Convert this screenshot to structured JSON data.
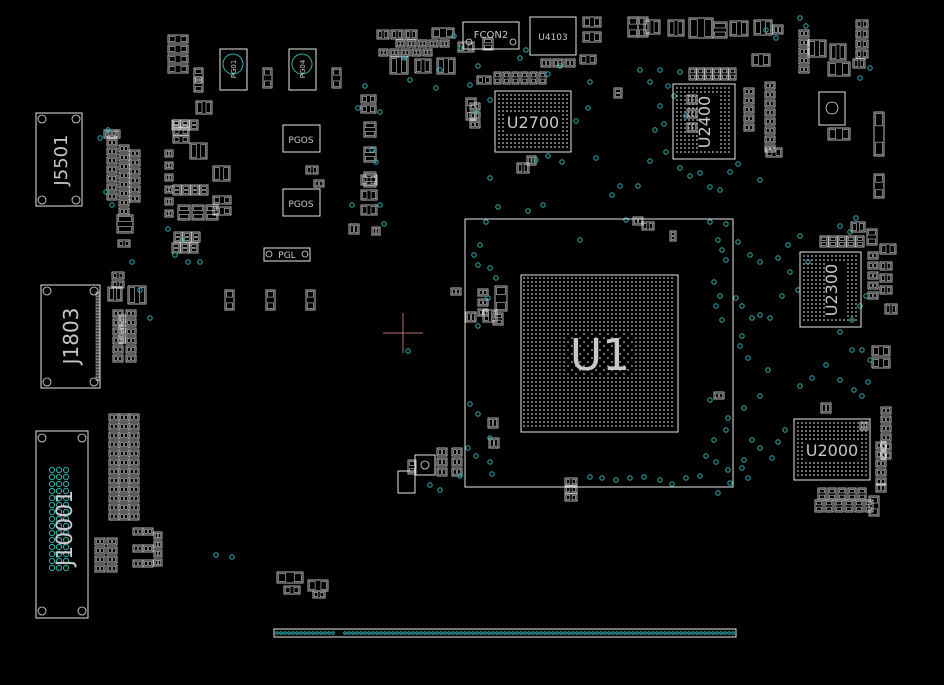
{
  "board": {
    "background": "#000000",
    "outline_color": "#e6e6e6",
    "via_color": "#2bb3b3",
    "label_color": "#c8c8c8",
    "cursor_color": "#b07070"
  },
  "labels": {
    "u1": "U1",
    "u2700": "U2700",
    "u2400": "U2400",
    "u2300": "U2300",
    "u2000": "U2000",
    "j5501": "J5501",
    "j1803": "J1803",
    "j10001": "J10001",
    "pgos_1": "PGOS",
    "pgos_2": "PGOS",
    "pgl": "PGL",
    "pg01": "PG01",
    "pg04": "PG04",
    "fcon2": "FCON2",
    "u4103": "U4103"
  }
}
